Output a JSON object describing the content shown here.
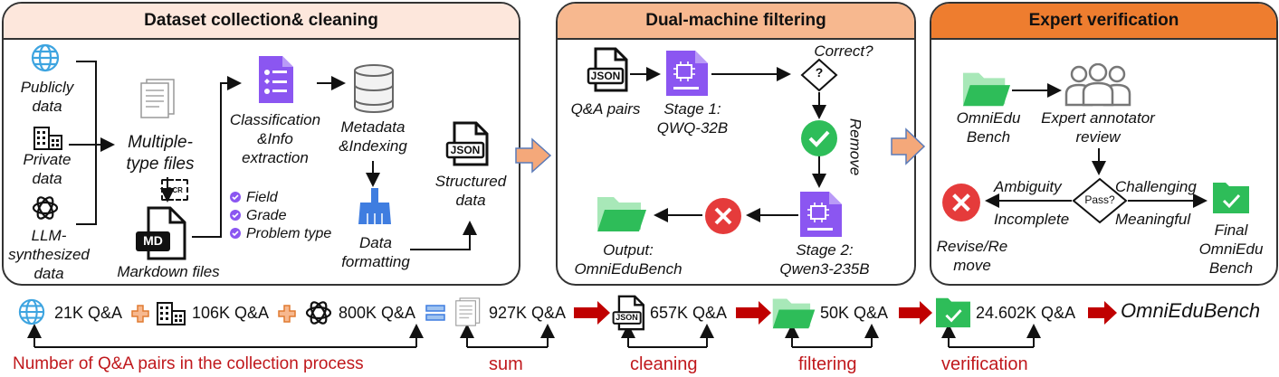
{
  "panels": {
    "collection": {
      "title": "Dataset collection& cleaning",
      "publicly": "Publicly\ndata",
      "private": "Private\ndata",
      "llm": "LLM-\nsynthesized\ndata",
      "multiple": "Multiple-\ntype files",
      "ocr": "OCR",
      "md_badge": "MD",
      "markdown": "Markdown files",
      "classification": "Classification\n&Info\nextraction",
      "fields": [
        "Field",
        "Grade",
        "Problem type"
      ],
      "metadata": "Metadata\n&Indexing",
      "formatting": "Data\nformatting",
      "structured": "Structured\ndata",
      "json_badge": "JSON"
    },
    "filtering": {
      "title": "Dual-machine filtering",
      "qa_pairs": "Q&A pairs",
      "json_badge": "JSON",
      "stage1": "Stage 1:\nQWQ-32B",
      "correct": "Correct?",
      "q_mark": "?",
      "remove": "Remove",
      "stage2": "Stage 2:\nQwen3-235B",
      "output": "Output:\nOmniEduBench"
    },
    "verification": {
      "title": "Expert verification",
      "bench": "OmniEdu\nBench",
      "expert": "Expert annotator\nreview",
      "ambiguity": "Ambiguity",
      "incomplete": "Incomplete",
      "pass": "Pass?",
      "challenging": "Challenging",
      "meaningful": "Meaningful",
      "revise": "Revise/Re\nmove",
      "final": "Final\nOmniEdu\nBench"
    }
  },
  "pipeline": {
    "c1": "21K Q&A",
    "c2": "106K Q&A",
    "c3": "800K Q&A",
    "sum": "927K Q&A",
    "cleaning": "657K Q&A",
    "json_badge": "JSON",
    "filtering": "50K Q&A",
    "verification": "24.602K Q&A",
    "final": "OmniEduBench"
  },
  "labels": {
    "collection": "Number of Q&A pairs in the collection process",
    "sum": "sum",
    "cleaning": "cleaning",
    "filtering": "filtering",
    "verification": "verification"
  },
  "colors": {
    "panel1_header": "#fde7dc",
    "panel2_header": "#f7b88f",
    "panel3_header": "#ee7d2f",
    "red_arrow": "#c00000",
    "red_text": "#c0181c",
    "purple": "#8b56f1",
    "green": "#2ebd59",
    "blue": "#3f7de0",
    "globe": "#3da4e0"
  }
}
